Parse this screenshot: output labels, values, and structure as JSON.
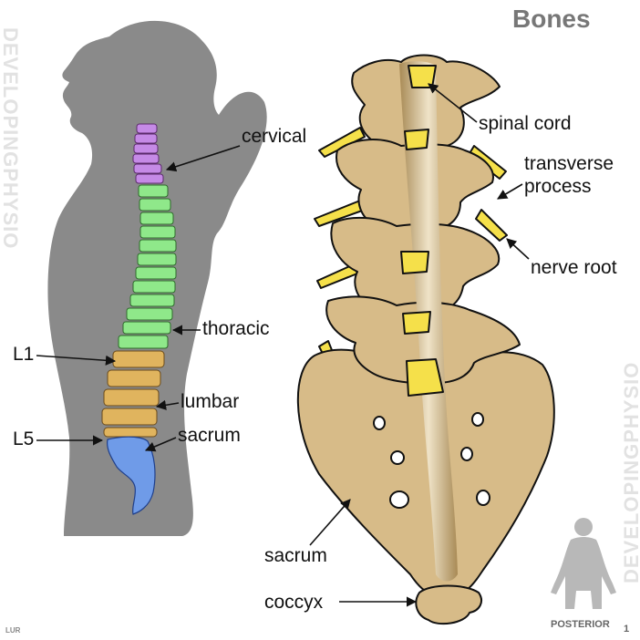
{
  "title": "Bones",
  "watermark_left": "DEVELOPINGPHYSIO",
  "watermark_right": "DEVELOPINGPHYSIO",
  "left_labels": {
    "cervical": "cervical",
    "thoracic": "thoracic",
    "lumbar": "lumbar",
    "sacrum": "sacrum",
    "l1": "L1",
    "l5": "L5"
  },
  "right_labels": {
    "spinal_cord": "spinal cord",
    "transverse_line1": "transverse",
    "transverse_line2": "process",
    "nerve_root": "nerve root",
    "sacrum": "sacrum",
    "coccyx": "coccyx"
  },
  "view_label": "POSTERIOR",
  "page_number": "1",
  "credit": "LUR",
  "colors": {
    "cervical": "#c58ae6",
    "thoracic": "#8fe88a",
    "lumbar": "#e0b45e",
    "sacrum": "#6f9be8",
    "bone": "#d7bb88",
    "nerve": "#f5e04a",
    "silhouette": "#8a8a8a"
  }
}
